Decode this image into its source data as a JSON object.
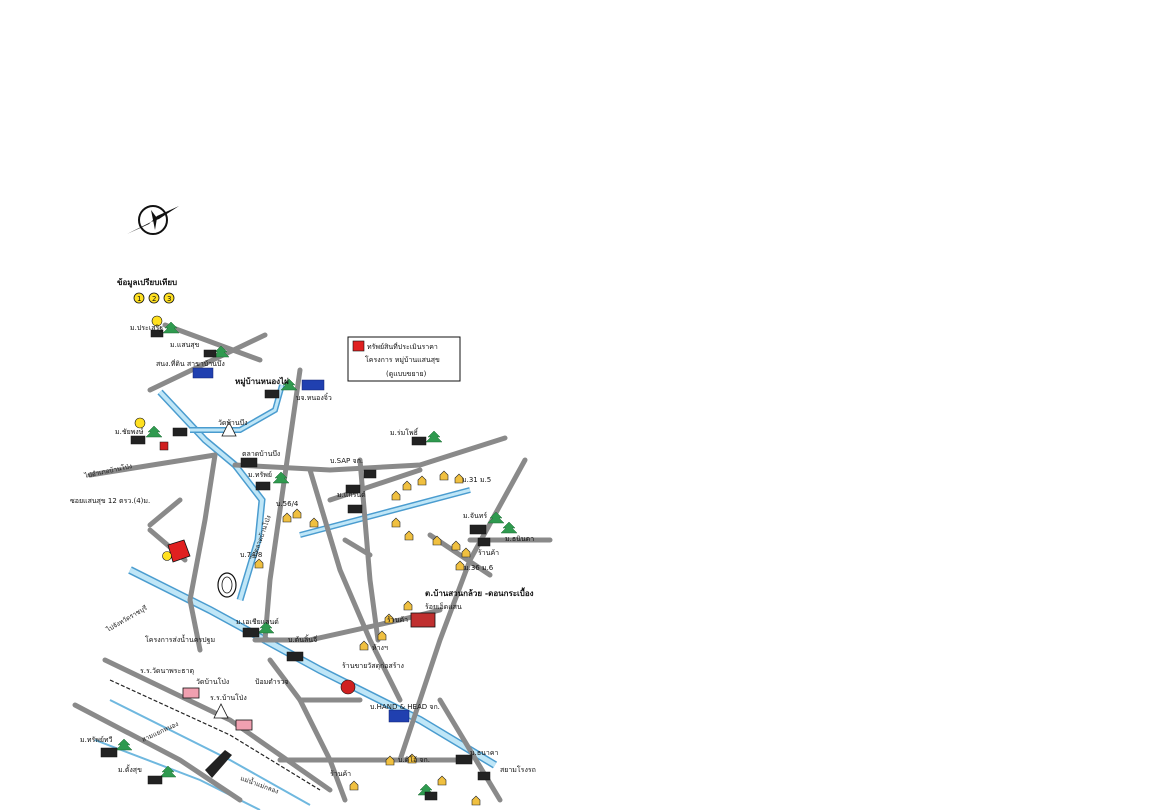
{
  "title": "ข้อมูลเปรียบเทียบ",
  "markers": [
    "1",
    "2",
    "3"
  ],
  "legend": {
    "line1": "ทรัพย์สินที่ประเมินราคา",
    "line2": "โครงการ หมู่บ้านแสนสุข",
    "line3": "(ดูแบบขยาย)",
    "color": "#e02020"
  },
  "colors": {
    "road": "#8a8a8a",
    "canal": "#9fd4ee",
    "canal_edge": "#4a9ccf",
    "tree": "#2f9a4f",
    "house": "#f0c040"
  },
  "labels": {
    "l01": "ม.ประเสริฐ",
    "l02": "ม.แสนสุข",
    "l03": "สนง.ที่ดิน สาขาบ้านบึง",
    "l04": "หมู่บ้านหนองไผ่",
    "l05": "บจ.หนองจิ๋ว",
    "l06": "วัดบ้านบึง",
    "l07": "ม.ชัยพงษ์",
    "l08": "ตลาดบ้านบึง",
    "l09": "ม.ทรัพย์",
    "l10": "บ.SAP จก.",
    "l11": "ม.ร่มโพธิ์",
    "l12": "ม.แกรนด์",
    "l13": "ม.31 ม.5",
    "l14": "ซอยแสนสุข 12 ตรว.(4)ม.",
    "l15": "ม.จันทร์",
    "l16": "ม.ธนินดา",
    "l17": "ร้านค้า",
    "l18": "ม.36 ม.6",
    "l19": "บ.74/8",
    "l20": "บ.56/4",
    "l21": "ต.บ้านสวนกล้วย -ดอนกระเบื้อง",
    "l22": "ร้อยเอ็ดแสน",
    "l23": "ม.เอเชียแลนด์",
    "l24": "โครงการส่งน้ำนครปฐม",
    "l25": "บ.ต้นลิ้นจี่",
    "l26": "ร้านขายวัสดุก่อสร้าง",
    "l27": "ร.ร.วัดนาพระธาตุ",
    "l28": "วัดบ้านโป่ง",
    "l29": "ร.ร.บ้านโป่ง",
    "l30": "ป้อมตำรวจ",
    "l31": "บ.HAND & HEAD จก.",
    "l32": "ม.ทรัพย์ทวี",
    "l33": "ม.ตั้งสุข",
    "l34": "สามแยกหนอง",
    "l35": "แม่น้ำแม่กลอง",
    "l36": "ม.ธนาคา",
    "l37": "สยามโรงรถ",
    "l38": "ไปอำเภอบ้านโป่ง",
    "l39": "ไปจังหวัดราชบุรี",
    "l40": "ไปตลาดบ้านโป่ง",
    "l41": "ร้านค้า",
    "l42": "ห้างฯ",
    "l43": "ร้านค้า",
    "l44": "บ.ดิโอ้ จก."
  }
}
